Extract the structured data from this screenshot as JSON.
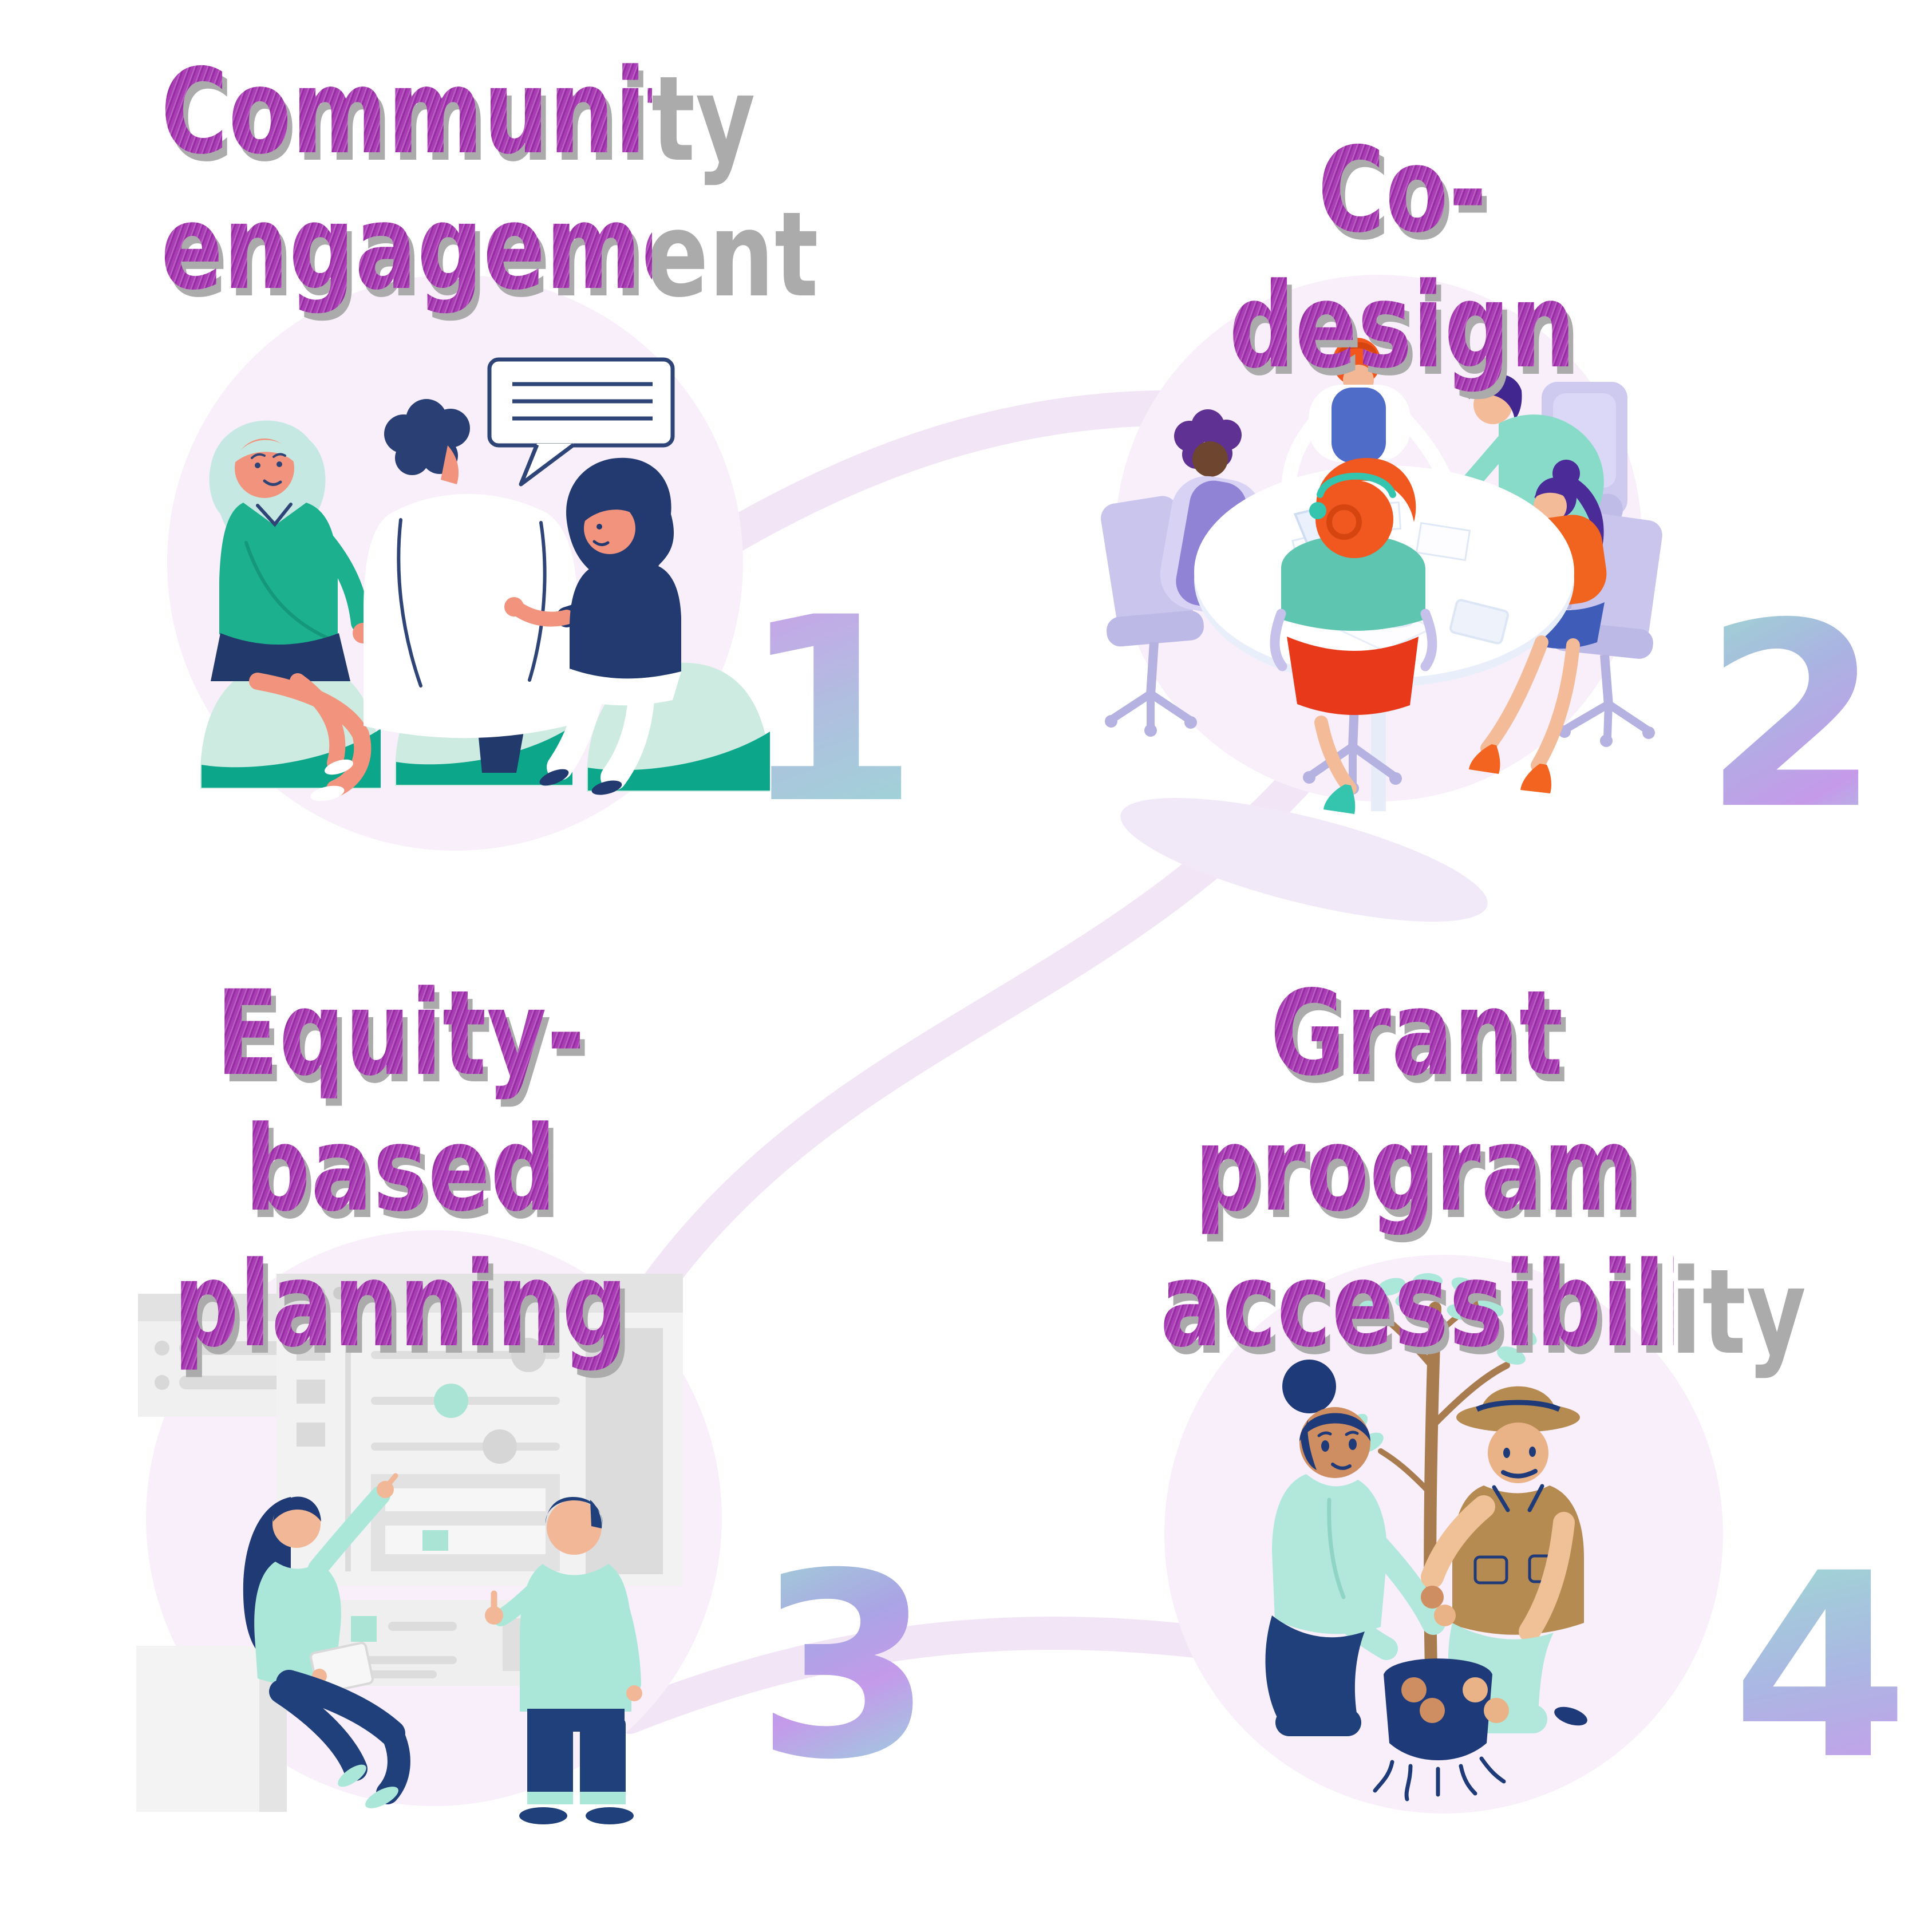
{
  "infographic": {
    "background": "#ffffff",
    "steps": [
      {
        "number": "1",
        "line1": "Community",
        "line2": "engagement",
        "illustration": "community-conversation-illustration"
      },
      {
        "number": "2",
        "line1": "Co-design",
        "line2": "",
        "illustration": "team-meeting-table-illustration"
      },
      {
        "number": "3",
        "line1": "Equity-based",
        "line2": "planning",
        "illustration": "planning-interface-illustration"
      },
      {
        "number": "4",
        "line1": "Grant program",
        "line2": "accessibility",
        "illustration": "tree-planting-illustration"
      }
    ],
    "colors": {
      "title_text": "#a93db4",
      "title_shadow": "#ababab",
      "circle_background": "#f8effa",
      "connector": "#f2e5f6",
      "number_gradient_teal": "#9dd8d2",
      "number_gradient_blue": "#aab6e3",
      "number_gradient_purple": "#c79ceb",
      "teal_accent": "#0ca78b",
      "mint": "#abe7d8",
      "navy": "#20407c",
      "orange": "#f0591f",
      "periwinkle": "#c9c5ec",
      "brown": "#b68b52"
    }
  }
}
